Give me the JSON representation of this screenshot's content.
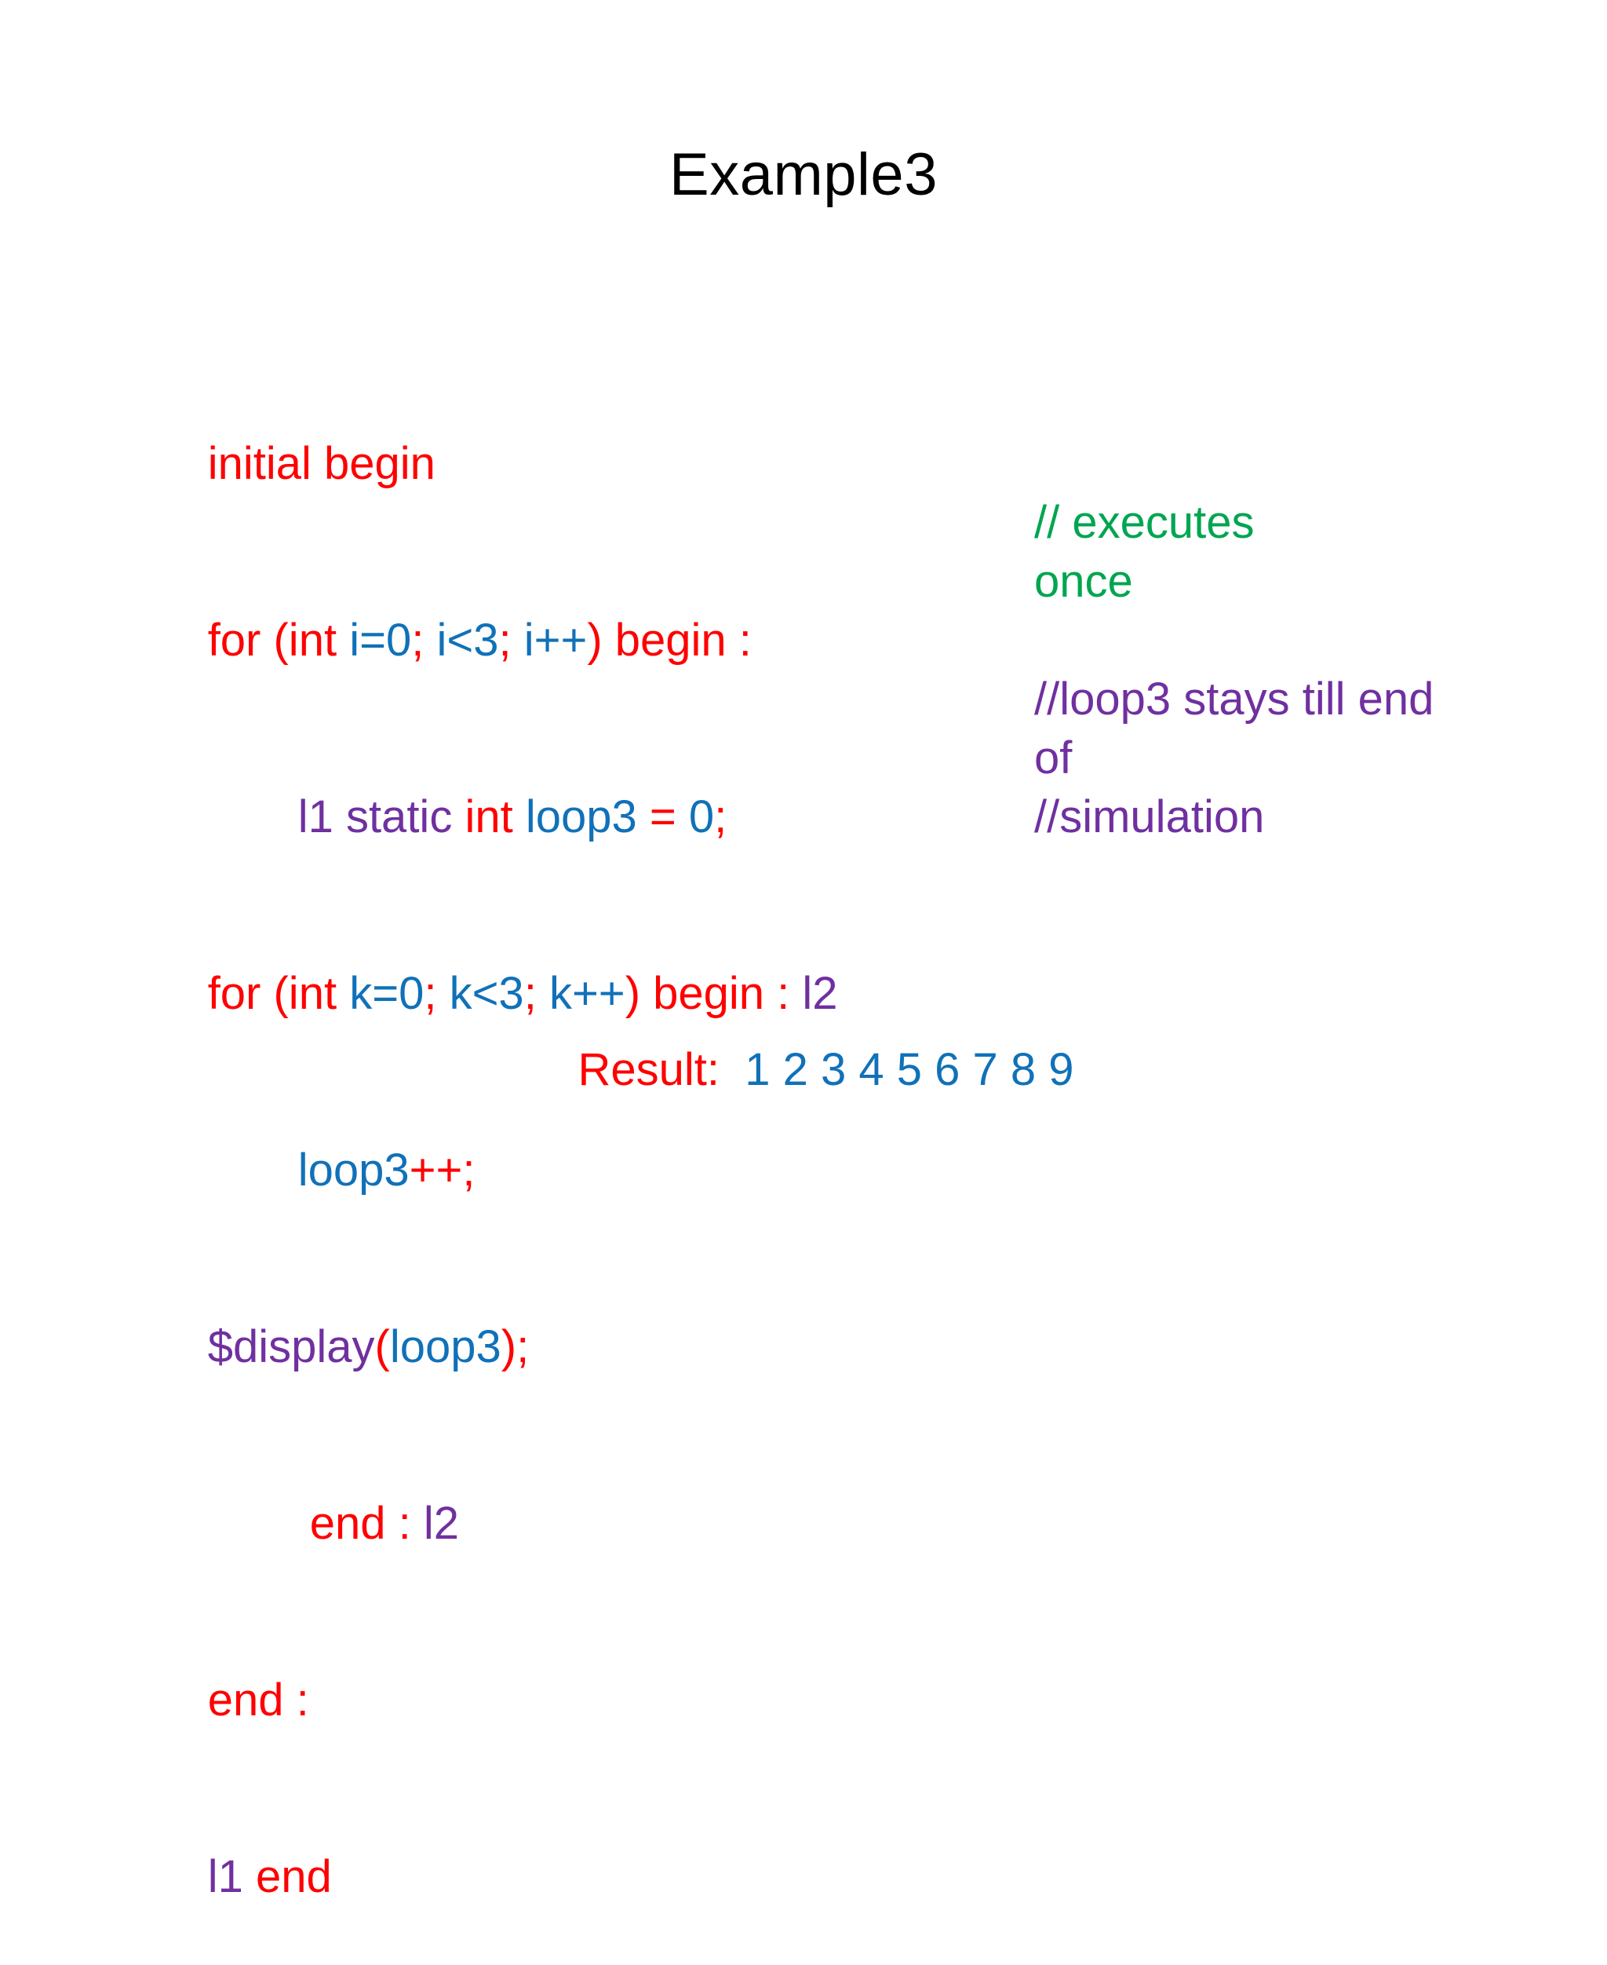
{
  "slide": {
    "title": "Example3",
    "background_color": "#FFFFFF"
  },
  "colors": {
    "keyword_red": "#FF0000",
    "identifier_blue": "#1071B8",
    "label_purple": "#7030A0",
    "comment_green": "#00A550",
    "title_black": "#000000"
  },
  "code": {
    "lines": [
      {
        "indent": 0,
        "tokens": [
          {
            "text": "initial begin",
            "color": "red"
          }
        ]
      },
      {
        "indent": 0,
        "tokens": [
          {
            "text": "for (int ",
            "color": "red"
          },
          {
            "text": "i=",
            "color": "blue"
          },
          {
            "text": "0",
            "color": "blue"
          },
          {
            "text": "; ",
            "color": "red"
          },
          {
            "text": "i<3",
            "color": "blue"
          },
          {
            "text": "; ",
            "color": "red"
          },
          {
            "text": "i++",
            "color": "blue"
          },
          {
            "text": ") begin :",
            "color": "red"
          }
        ]
      },
      {
        "indent": 1,
        "tokens": [
          {
            "text": "l1 static ",
            "color": "purple"
          },
          {
            "text": "int ",
            "color": "red"
          },
          {
            "text": "loop3 ",
            "color": "blue"
          },
          {
            "text": "= ",
            "color": "red"
          },
          {
            "text": "0",
            "color": "blue"
          },
          {
            "text": ";",
            "color": "red"
          }
        ]
      },
      {
        "indent": 0,
        "tokens": [
          {
            "text": "for (int ",
            "color": "red"
          },
          {
            "text": "k=",
            "color": "blue"
          },
          {
            "text": "0",
            "color": "blue"
          },
          {
            "text": "; ",
            "color": "red"
          },
          {
            "text": "k<3",
            "color": "blue"
          },
          {
            "text": "; ",
            "color": "red"
          },
          {
            "text": "k++",
            "color": "blue"
          },
          {
            "text": ") begin : ",
            "color": "red"
          },
          {
            "text": "l2",
            "color": "purple"
          }
        ]
      },
      {
        "indent": 1,
        "tokens": [
          {
            "text": "loop3",
            "color": "blue"
          },
          {
            "text": "++;",
            "color": "red"
          }
        ]
      },
      {
        "indent": 0,
        "tokens": [
          {
            "text": "$display",
            "color": "purple"
          },
          {
            "text": "(",
            "color": "red"
          },
          {
            "text": "loop3",
            "color": "blue"
          },
          {
            "text": ");",
            "color": "red"
          }
        ]
      },
      {
        "indent": 2,
        "tokens": [
          {
            "text": "end : ",
            "color": "red"
          },
          {
            "text": "l2",
            "color": "purple"
          }
        ]
      },
      {
        "indent": 0,
        "tokens": [
          {
            "text": "end :",
            "color": "red"
          }
        ]
      },
      {
        "indent": 0,
        "tokens": [
          {
            "text": "l1 ",
            "color": "purple"
          },
          {
            "text": "end",
            "color": "red"
          }
        ]
      }
    ]
  },
  "comments": {
    "lines": [
      {
        "text": "",
        "color": "green",
        "visible": false
      },
      {
        "text": "",
        "color": "green",
        "visible": false
      },
      {
        "text": "// executes",
        "color": "green",
        "visible": true
      },
      {
        "text": "once",
        "color": "green",
        "visible": true
      },
      {
        "text": "",
        "color": "green",
        "visible": false
      },
      {
        "text": "//loop3 stays till end",
        "color": "purple",
        "visible": true
      },
      {
        "text": "of",
        "color": "purple",
        "visible": true
      },
      {
        "text": "//simulation",
        "color": "purple",
        "visible": true
      }
    ]
  },
  "result": {
    "label": "Result:",
    "values": "1 2 3 4 5 6 7 8 9"
  }
}
